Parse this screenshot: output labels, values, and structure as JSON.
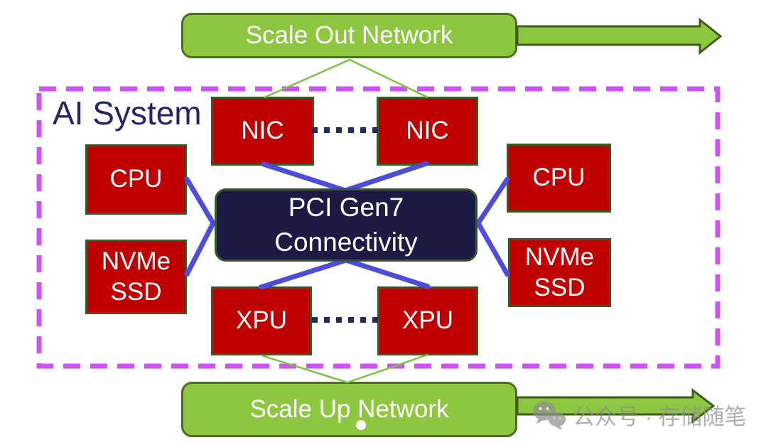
{
  "diagram": {
    "system_label": "AI System",
    "top_banner": {
      "label": "Scale Out Network"
    },
    "bottom_banner": {
      "label": "Scale Up Network"
    },
    "center_box": {
      "line1": "PCI Gen7",
      "line2": "Connectivity"
    },
    "nodes": {
      "nic_left": {
        "label": "NIC"
      },
      "nic_right": {
        "label": "NIC"
      },
      "cpu_left": {
        "label": "CPU"
      },
      "cpu_right": {
        "label": "CPU"
      },
      "nvme_left": {
        "line1": "NVMe",
        "line2": "SSD"
      },
      "nvme_right": {
        "line1": "NVMe",
        "line2": "SSD"
      },
      "xpu_left": {
        "label": "XPU"
      },
      "xpu_right": {
        "label": "XPU"
      }
    },
    "watermark": {
      "text": "公众号 · 存储随笔"
    },
    "colors": {
      "banner_green": "#8DC63F",
      "banner_border_olive": "#4E6B21",
      "node_red": "#C00000",
      "node_border_green": "#375C23",
      "center_navy": "#1B1B43",
      "connector_blue": "#4D4DD9",
      "dotted_navy": "#232C5E",
      "dashed_magenta": "#CC54F0",
      "system_label_navy": "#232569",
      "thin_line_green": "#7CC342",
      "watermark_gray": "#8F8F8F"
    }
  }
}
